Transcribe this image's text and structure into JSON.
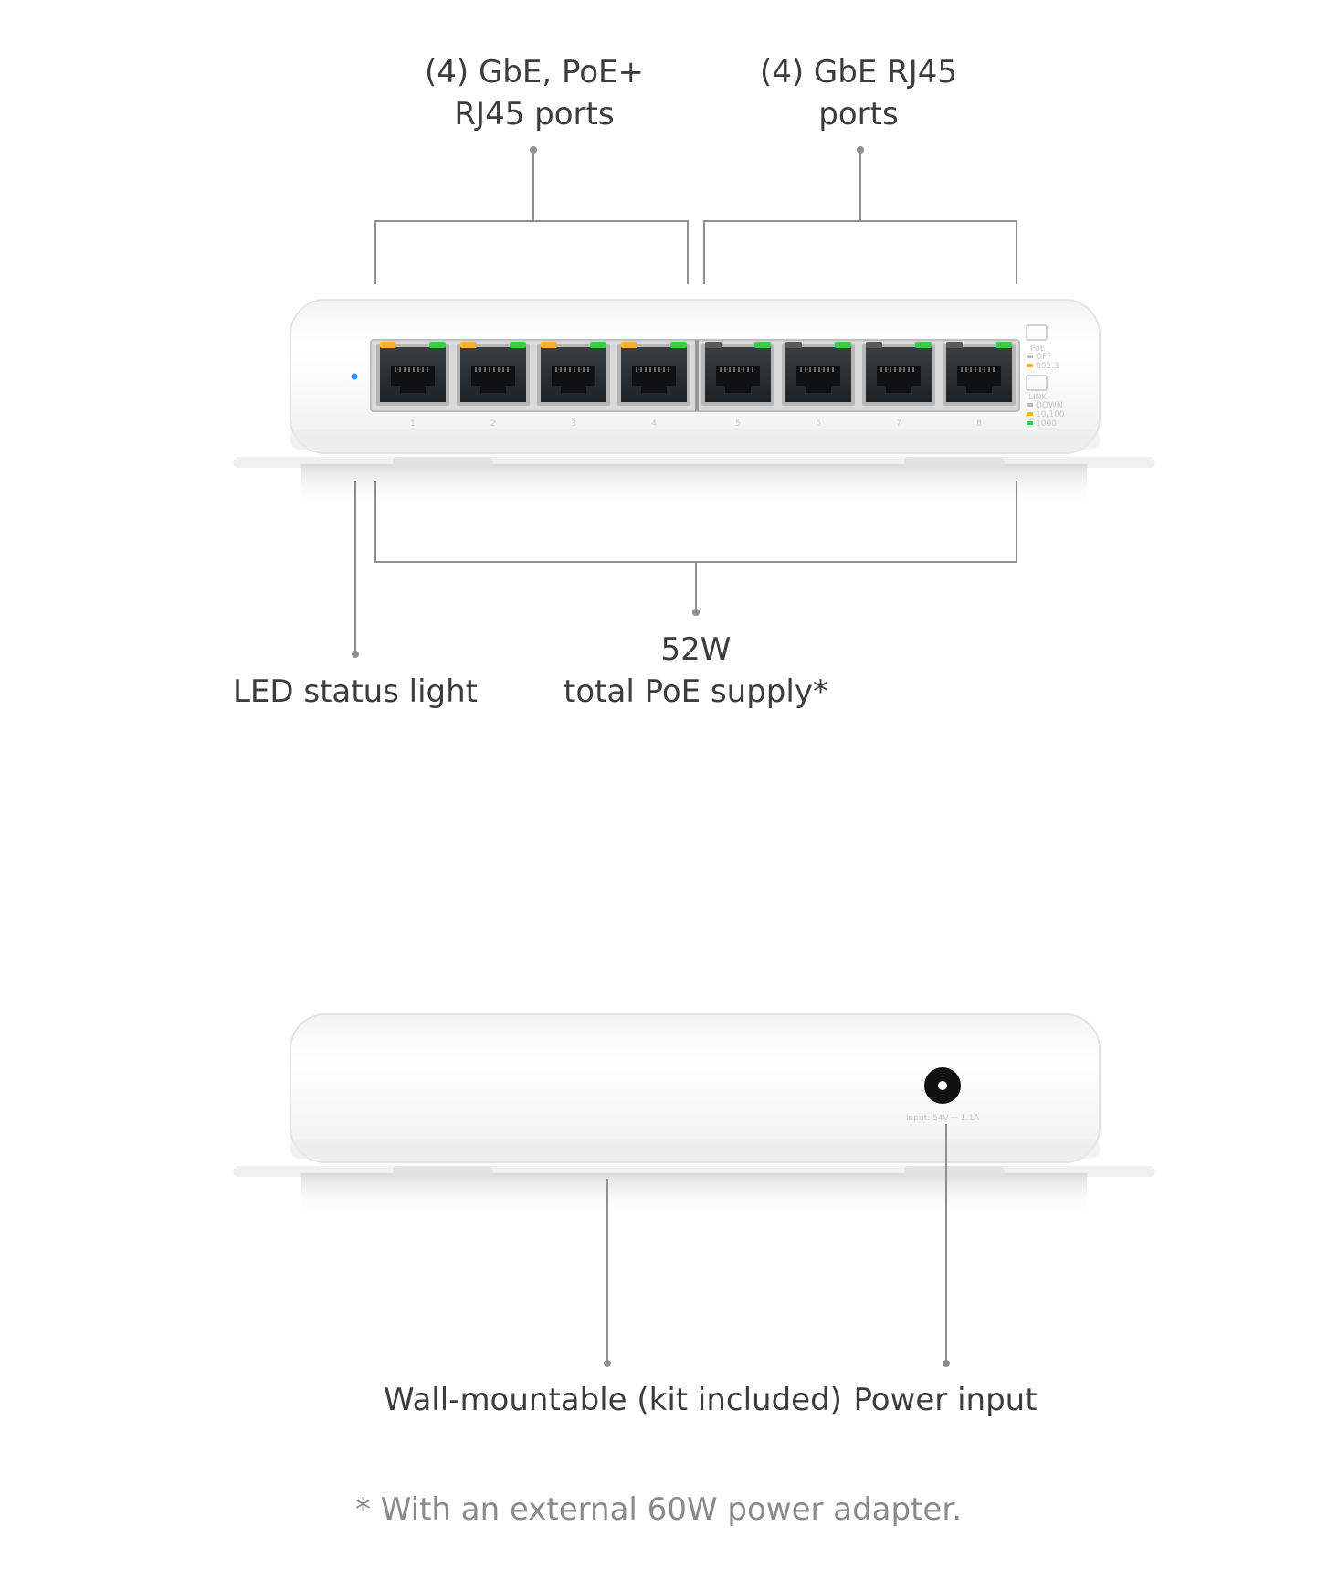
{
  "front_labels": {
    "poe_ports": [
      "(4) GbE, PoE+",
      "RJ45 ports"
    ],
    "gbe_ports": [
      "(4) GbE RJ45",
      "ports"
    ],
    "led": "LED status light",
    "poe_supply": [
      "52W",
      "total PoE supply*"
    ]
  },
  "back_labels": {
    "wall_mount": "Wall-mountable (kit included)",
    "power_input": "Power input"
  },
  "footnote": "* With an external 60W power adapter.",
  "device_printed": {
    "port_numbers": [
      "1",
      "2",
      "3",
      "4",
      "5",
      "6",
      "7",
      "8"
    ],
    "legend_poe": [
      "PoE",
      "OFF",
      "802.3"
    ],
    "legend_link": [
      "LINK",
      "DOWN",
      "10/100",
      "1000"
    ],
    "power_rating": "Input: 54V ⎓ 1.1A"
  },
  "colors": {
    "poe_led": "#f2b233",
    "link_led": "#3ec94a",
    "status_led": "#3a8dff",
    "leader_line": "#8f8f8f"
  }
}
